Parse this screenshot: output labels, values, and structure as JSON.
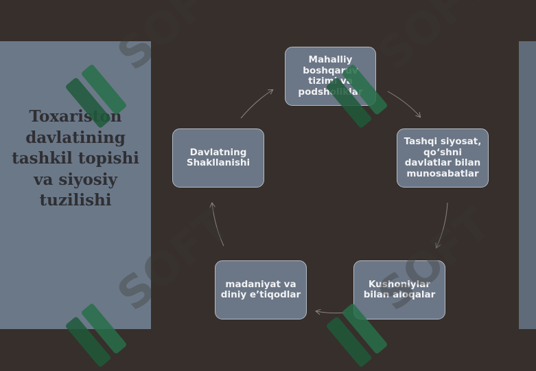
{
  "title": "Toxariston davlatining tashkil topishi va siyosiy tuzilishi",
  "nodes": [
    {
      "id": "n1",
      "text": "Mahalliy\nboshqaruv\ntizimi va\npodsholiklar"
    },
    {
      "id": "n2",
      "text": "Tashqi siyosat,\nqo‘shni\ndavlatlar bilan\nmunosabatlar"
    },
    {
      "id": "n3",
      "text": "Kushoniylar\nbilan aloqalar"
    },
    {
      "id": "n4",
      "text": "madaniyat va\ndiniy e’tiqodlar"
    },
    {
      "id": "n5",
      "text": "Davlatning\nShakllanishi"
    }
  ],
  "watermark": {
    "text": "SOFT",
    "logo_color": "#1f5a3a"
  },
  "colors": {
    "background": "#372f2b",
    "panel": "#6b7888",
    "node_fill": "#6b7686",
    "arrow": "#8a8580"
  }
}
